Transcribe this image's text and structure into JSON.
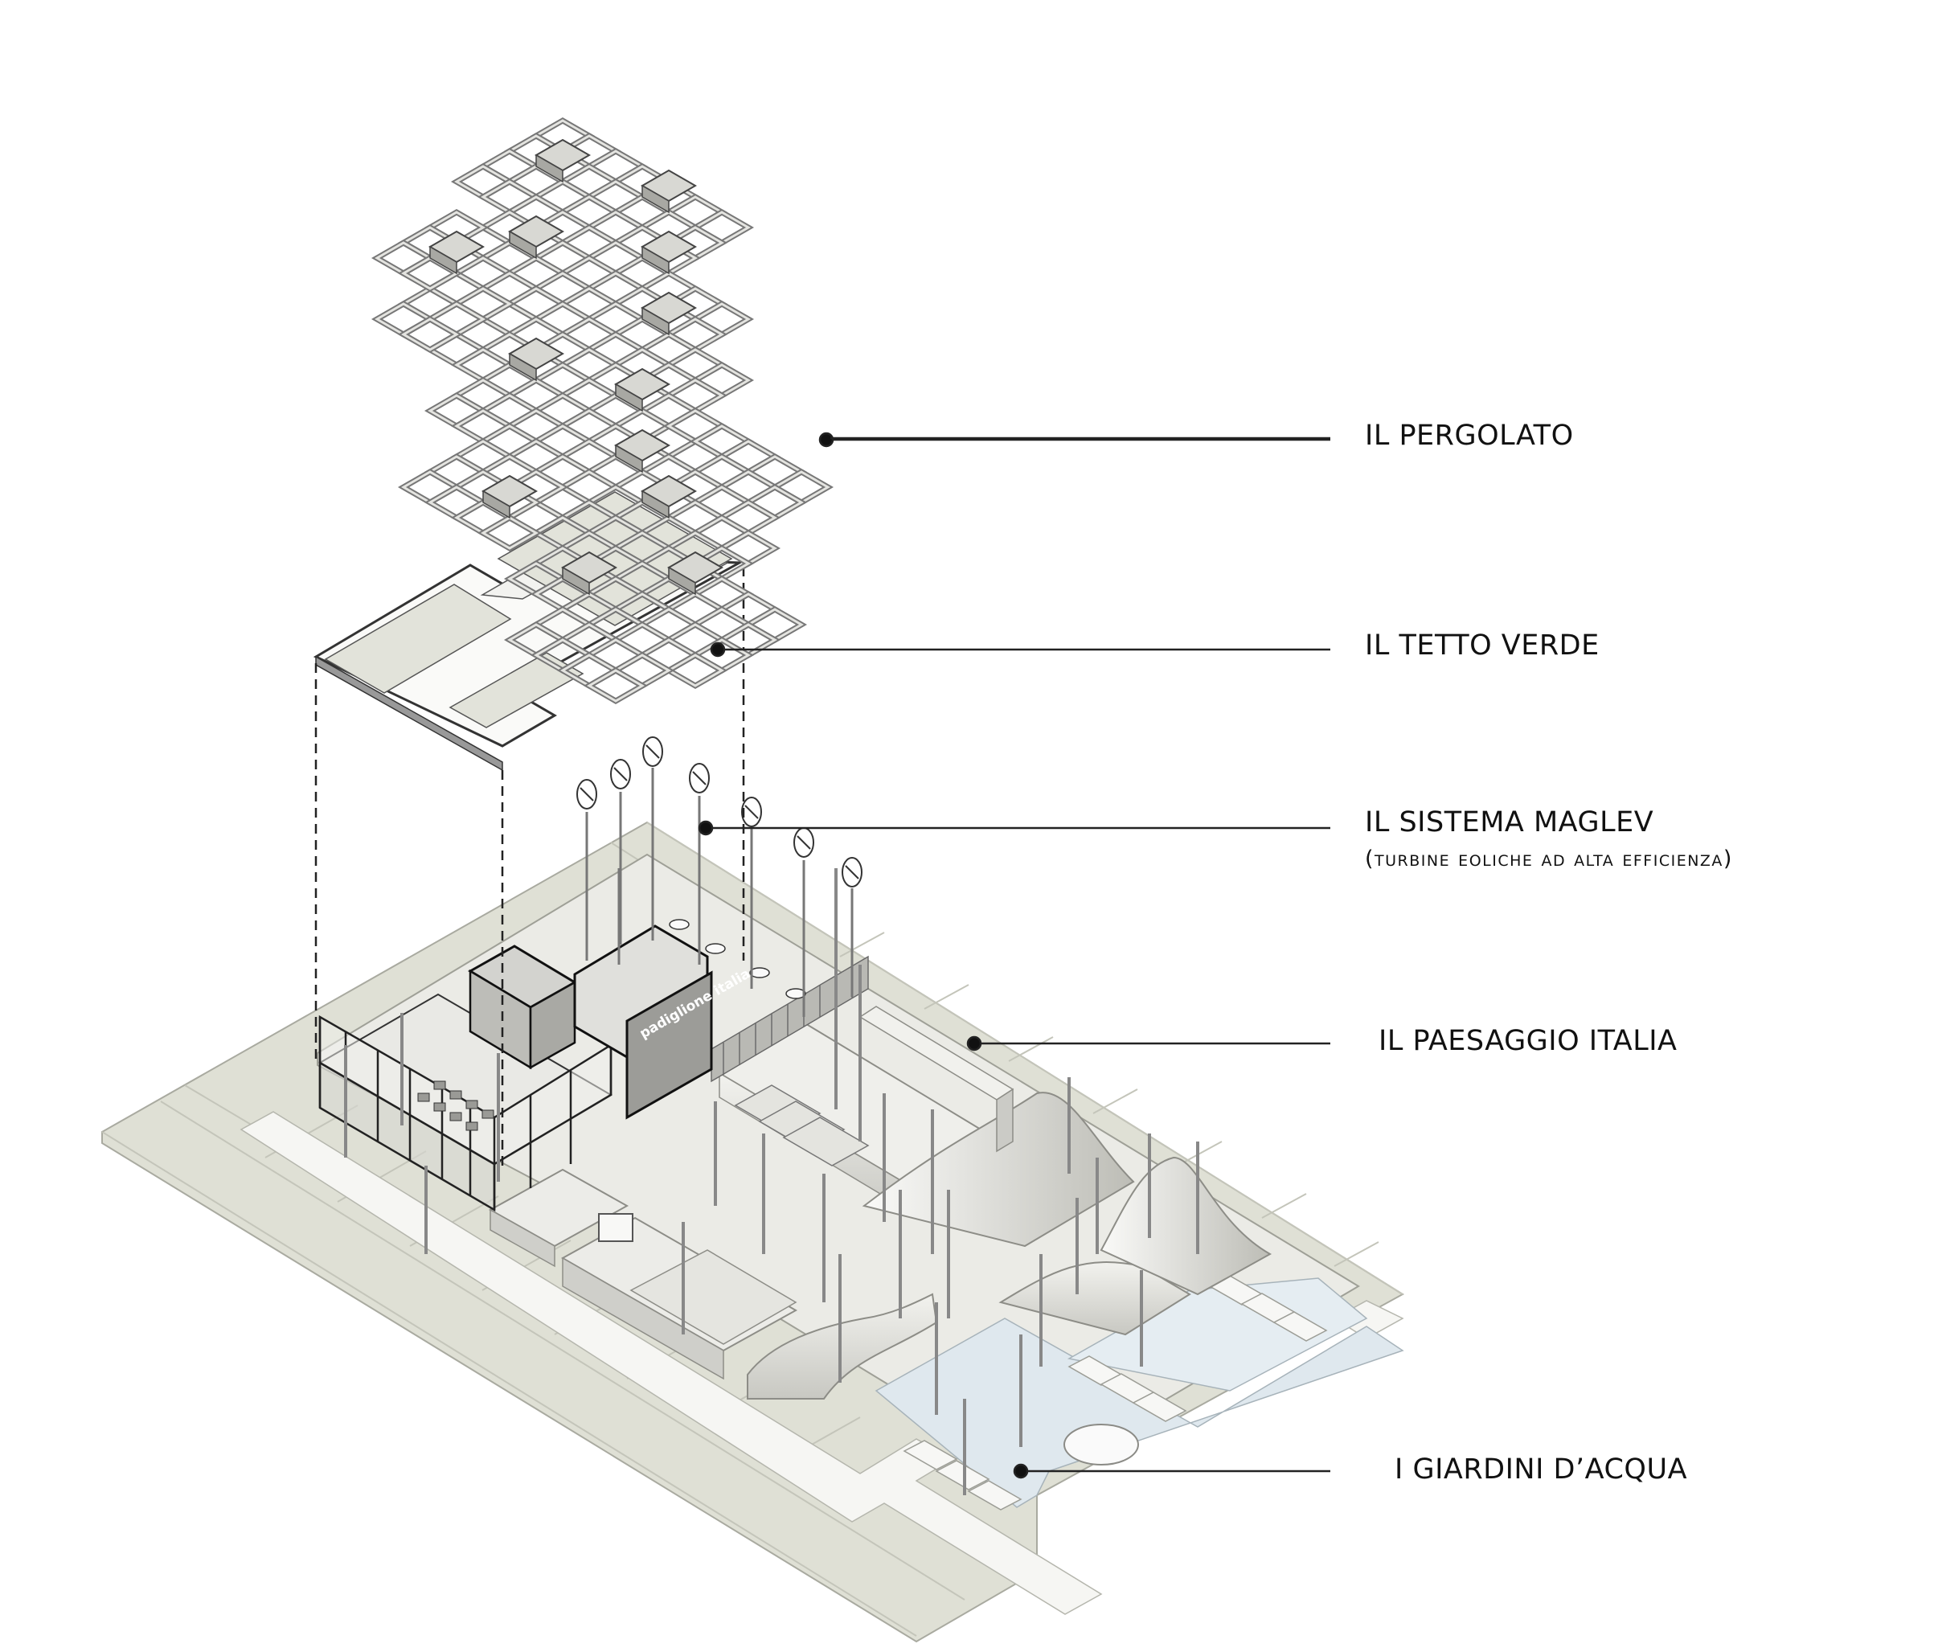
{
  "labels": {
    "pergolato": "IL PERGOLATO",
    "tetto": "IL TETTO VERDE",
    "maglev": "IL SISTEMA MAGLEV",
    "maglev_sub": "(TURBINE EOLICHE AD ALTA EFFICIENZA)",
    "paesaggio": "IL PAESAGGIO ITALIA",
    "giardini": "I GIARDINI D’ACQUA"
  },
  "sign": "padiglione italia",
  "colors": {
    "ground": "#dfe0d5",
    "ground_edge": "#c9cbbf",
    "path": "#f6f6f3",
    "water": "#dfe8ee",
    "roof": "#e2e3da",
    "frame": "#cfcfcb",
    "line": "#222222"
  }
}
